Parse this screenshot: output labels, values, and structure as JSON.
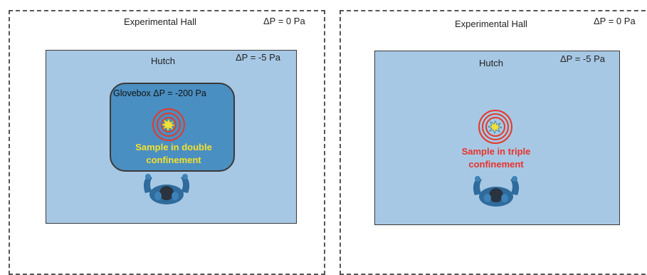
{
  "left": {
    "hall_label": "Experimental Hall",
    "hall_dp": "ΔP = 0 Pa",
    "hutch_label": "Hutch",
    "hutch_dp": "ΔP = -5 Pa",
    "glovebox_label": "Glovebox ΔP = -200 Pa",
    "sample_line1": "Sample in double",
    "sample_line2": "confinement",
    "sample_color": "#f5e02a"
  },
  "right": {
    "hall_label": "Experimental Hall",
    "hall_dp": "ΔP = 0 Pa",
    "hutch_label": "Hutch",
    "hutch_dp": "ΔP = -5 Pa",
    "sample_line1": "Sample in triple",
    "sample_line2": "confinement",
    "sample_color": "#e8322c"
  },
  "colors": {
    "hutch_fill": "#a7c8e4",
    "glovebox_fill": "#4a8fc2",
    "ring_color": "#e23a2c",
    "burst_color": "#f3e03a"
  }
}
